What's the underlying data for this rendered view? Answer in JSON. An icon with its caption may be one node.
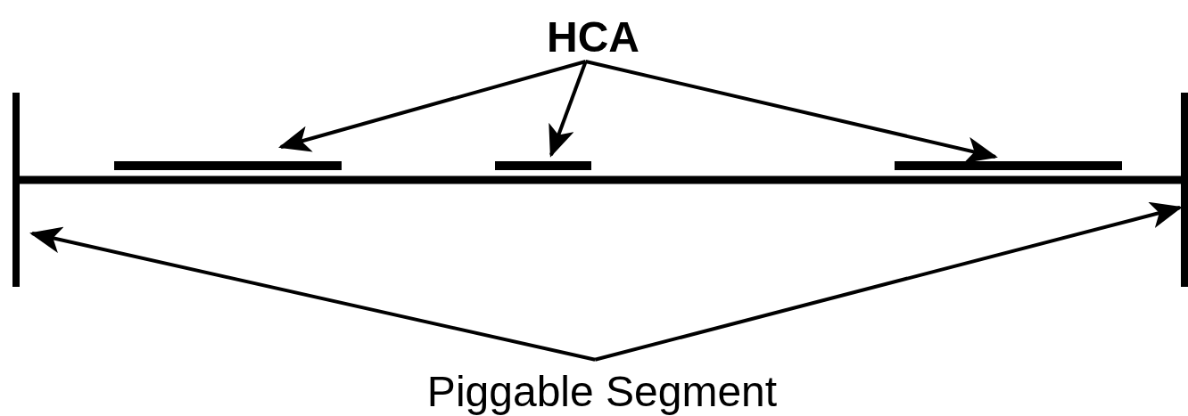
{
  "diagram": {
    "nodes": [
      {
        "text": [
          "HCA"
        ]
      },
      {
        "text": [],
        "shape": "bar"
      },
      {
        "text": [],
        "shape": "bar"
      },
      {
        "text": [],
        "shape": "bar"
      },
      {
        "text": [],
        "shape": "bar"
      },
      {
        "text": [],
        "shape": "bar"
      },
      {
        "text": [
          "Piggable Segment"
        ]
      }
    ],
    "edges": [
      {
        "from": 0,
        "to": 2,
        "arrow": "to"
      },
      {
        "from": 0,
        "to": 3,
        "arrow": "to"
      },
      {
        "from": 0,
        "to": 4,
        "arrow": "to"
      },
      {
        "from": 6,
        "to": 1,
        "arrow": "to"
      },
      {
        "from": 6,
        "to": 5,
        "arrow": "to"
      },
      {
        "from": 1,
        "to": 5,
        "arrow": "none",
        "style": "thick"
      }
    ]
  }
}
